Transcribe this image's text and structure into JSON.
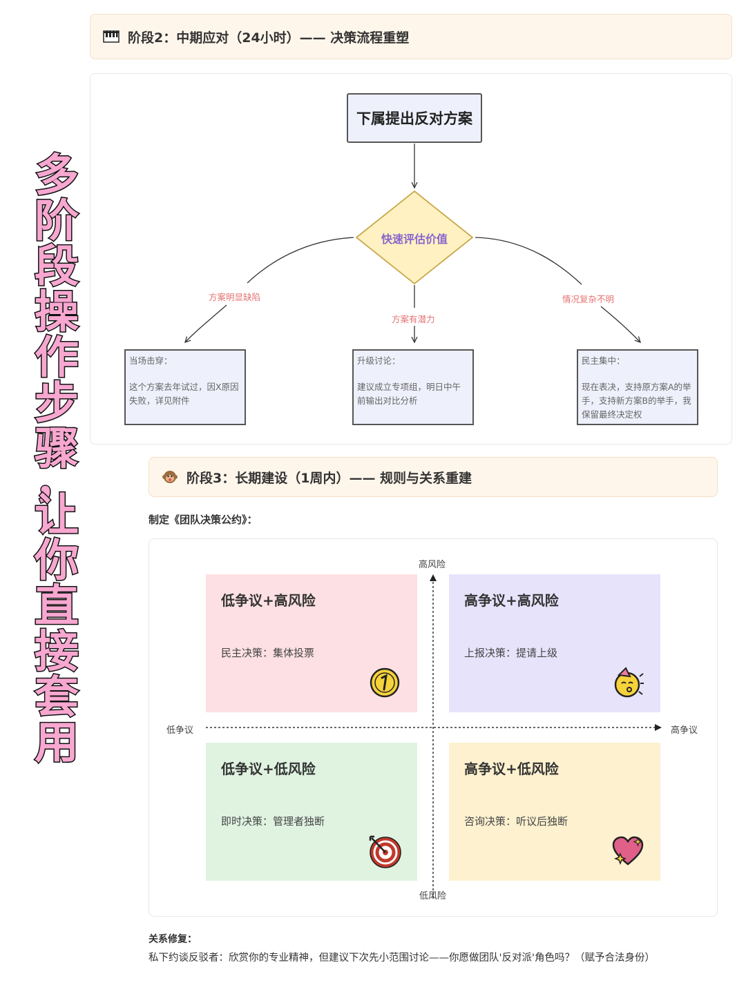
{
  "vertical_title": [
    "多",
    "阶",
    "段",
    "操",
    "作",
    "步",
    "骤",
    "，",
    "让",
    "你",
    "直",
    "接",
    "套",
    "用"
  ],
  "stage2": {
    "title": "阶段2：中期应对（24小时）—— 决策流程重塑",
    "icon": "piano-icon"
  },
  "flowchart": {
    "top_node": "下属提出反对方案",
    "decision": "快速评估价值",
    "edges": {
      "left": "方案明显缺陷",
      "middle": "方案有潜力",
      "right": "情况复杂不明"
    },
    "leaves": [
      {
        "title": "当场击穿：",
        "body": "这个方案去年试过，因X原因失败，详见附件"
      },
      {
        "title": "升级讨论：",
        "body": "建议成立专项组，明日中午前输出对比分析"
      },
      {
        "title": "民主集中：",
        "body": "现在表决，支持原方案A的举手，支持新方案B的举手，我保留最终决定权"
      }
    ],
    "colors": {
      "decision_fill": "#fff1c2",
      "decision_stroke": "#c9a84a",
      "box_fill": "#eef0fb",
      "edge_label": "#e57373"
    }
  },
  "stage3": {
    "title": "阶段3：长期建设（1周内）—— 规则与关系重建",
    "icon": "monkey-icon"
  },
  "convention_caption": "制定《团队决策公约》：",
  "matrix": {
    "axis": {
      "top": "高风险",
      "bottom": "低风险",
      "left": "低争议",
      "right": "高争议"
    },
    "quadrants": [
      {
        "title": "低争议+高风险",
        "desc": "民主决策：集体投票",
        "color": "#fde0e3",
        "icon": "number-one-coin-icon"
      },
      {
        "title": "高争议+高风险",
        "desc": "上报决策：提请上级",
        "color": "#e7e3fb",
        "icon": "party-face-icon"
      },
      {
        "title": "低争议+低风险",
        "desc": "即时决策：管理者独断",
        "color": "#dff3e0",
        "icon": "target-icon"
      },
      {
        "title": "高争议+低风险",
        "desc": "咨询决策：听议后独断",
        "color": "#fdf1cf",
        "icon": "sparkling-heart-icon"
      }
    ]
  },
  "relationship": {
    "title": "关系修复：",
    "text": "私下约谈反驳者：欣赏你的专业精神，但建议下次先小范围讨论——你愿做团队'反对派'角色吗？（赋予合法身份）"
  }
}
